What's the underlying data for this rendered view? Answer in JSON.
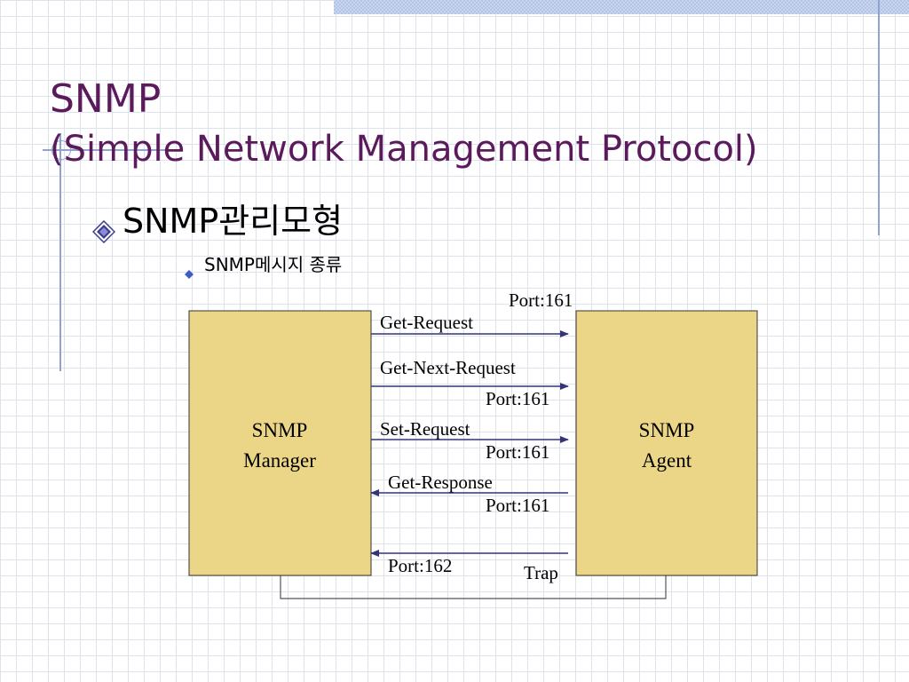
{
  "slide": {
    "title_line1": "SNMP",
    "title_line2": "(Simple Network Management Protocol)",
    "bullet_level1": "SNMP관리모형",
    "bullet_level2": "SNMP메시지 종류"
  },
  "diagram": {
    "manager": {
      "line1": "SNMP",
      "line2": "Manager"
    },
    "agent": {
      "line1": "SNMP",
      "line2": "Agent"
    },
    "messages": {
      "get_request": "Get-Request",
      "get_next_request": "Get-Next-Request",
      "set_request": "Set-Request",
      "get_response": "Get-Response",
      "trap": "Trap"
    },
    "ports": {
      "top": "Port:161",
      "get_next": "Port:161",
      "set": "Port:161",
      "response": "Port:161",
      "trap": "Port:162"
    }
  },
  "colors": {
    "title": "#5a1a5c",
    "box_fill": "#ebd687",
    "arrow": "#34347a"
  },
  "icons": [
    "diamond-bullet-icon",
    "small-diamond-bullet-icon"
  ]
}
